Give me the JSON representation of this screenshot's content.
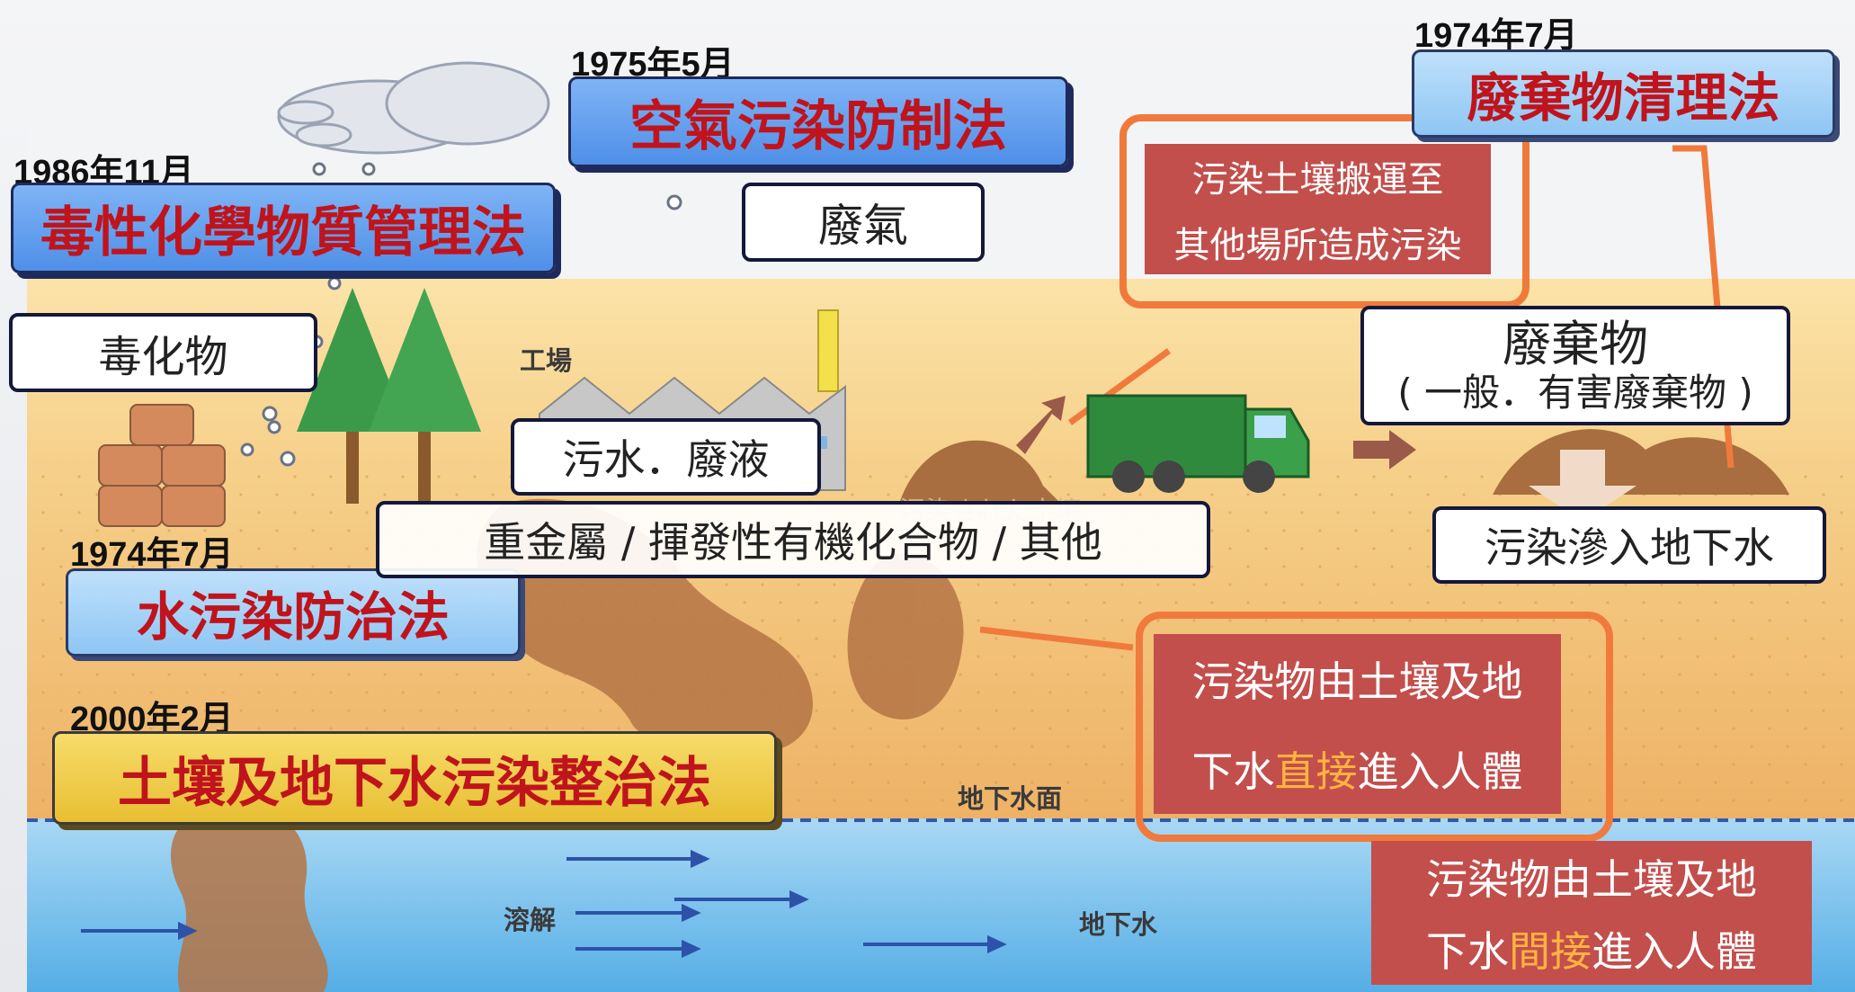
{
  "laws": {
    "toxic": {
      "year": "1986年11月",
      "name": "毒性化學物質管理法"
    },
    "air": {
      "year": "1975年5月",
      "name": "空氣污染防制法"
    },
    "waste": {
      "year": "1974年7月",
      "name": "廢棄物清理法"
    },
    "water": {
      "year": "1974年7月",
      "name": "水污染防治法"
    },
    "soil": {
      "year": "2000年2月",
      "name": "土壤及地下水污染整治法"
    }
  },
  "sources": {
    "toxic_substance": "毒化物",
    "exhaust": "廢氣",
    "wastewater": "污水．廢液",
    "pollutants": "重金屬 / 揮發性有機化合物 / 其他",
    "waste_title": "廢棄物",
    "waste_sub": "( 一般．有害廢棄物 )",
    "leach": "污染滲入地下水"
  },
  "pathways": {
    "transport_line1": "污染土壤搬運至",
    "transport_line2": "其他場所造成污染",
    "direct_line1": "污染物由土壤及地",
    "direct_prefix": "下水",
    "direct_hl": "直接",
    "direct_suffix": "進入人體",
    "indirect_line1": "污染物由土壤及地",
    "indirect_prefix": "下水",
    "indirect_hl": "間接",
    "indirect_suffix": "進入人體"
  },
  "scene_labels": {
    "factory": "工場",
    "water_table": "地下水面",
    "dissolve": "溶解",
    "groundwater": "地下水",
    "faded": "汚染された土壌"
  },
  "colors": {
    "law_text": "#c0141c",
    "law_blue": "#4f8fe8",
    "law_gold": "#e8bf32",
    "pathway_box": "#c24f4c",
    "highlight": "#ffb340",
    "groundwater": "#5db0e4"
  }
}
